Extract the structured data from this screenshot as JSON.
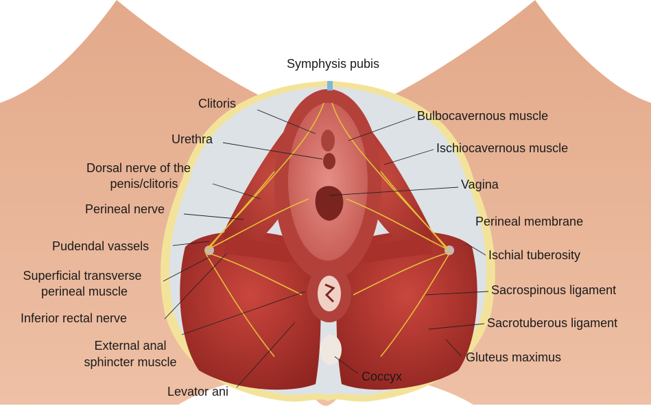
{
  "labels": {
    "symphysis_pubis": "Symphysis pubis",
    "clitoris": "Clitoris",
    "urethra": "Urethra",
    "dorsal_nerve_1": "Dorsal nerve of the",
    "dorsal_nerve_2": "penis/clitoris",
    "perineal_nerve": "Perineal nerve",
    "pudendal_vessels": "Pudendal vassels",
    "sup_transverse_1": "Superficial transverse",
    "sup_transverse_2": "perineal muscle",
    "inferior_rectal_nerve": "Inferior rectal nerve",
    "ext_anal_1": "External anal",
    "ext_anal_2": "sphincter muscle",
    "levator_ani": "Levator ani",
    "coccyx": "Coccyx",
    "bulbocavernous": "Bulbocavernous muscle",
    "ischiocavernous": "Ischiocavernous muscle",
    "vagina": "Vagina",
    "perineal_membrane": "Perineal membrane",
    "ischial_tuberosity": "Ischial tuberosity",
    "sacrospinous": "Sacrospinous ligament",
    "sacrotuberous": "Sacrotuberous ligament",
    "gluteus_maximus": "Gluteus maximus"
  },
  "colors": {
    "skin": "#e9b497",
    "fat_rim": "#f3e39a",
    "fascia": "#dde2e6",
    "muscle": "#b83a33",
    "muscle_dark": "#8e2420",
    "nerve": "#e6c03a",
    "mucosa": "#d9776f"
  }
}
